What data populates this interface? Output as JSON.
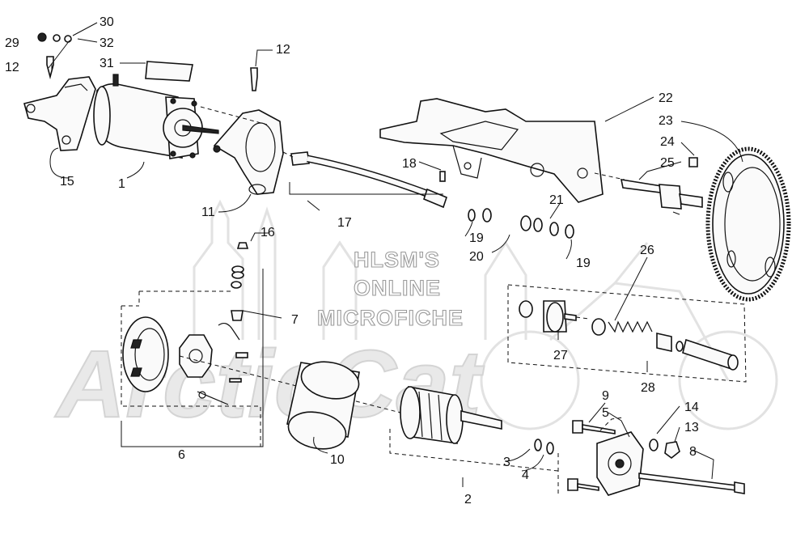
{
  "watermark": {
    "brand": "ArcticCat",
    "lines": [
      "HLSM'S",
      "ONLINE",
      "MICROFICHE"
    ]
  },
  "callouts": {
    "c1": "1",
    "c2": "2",
    "c3": "3",
    "c4": "4",
    "c5": "5",
    "c6": "6",
    "c7": "7",
    "c8": "8",
    "c9": "9",
    "c10": "10",
    "c11": "11",
    "c12a": "12",
    "c12b": "12",
    "c13": "13",
    "c14": "14",
    "c15": "15",
    "c16": "16",
    "c17": "17",
    "c18": "18",
    "c19a": "19",
    "c19b": "19",
    "c20": "20",
    "c21": "21",
    "c22": "22",
    "c23": "23",
    "c24": "24",
    "c25": "25",
    "c26": "26",
    "c27": "27",
    "c28": "28",
    "c29": "29",
    "c30": "30",
    "c31": "31",
    "c32": "32"
  }
}
